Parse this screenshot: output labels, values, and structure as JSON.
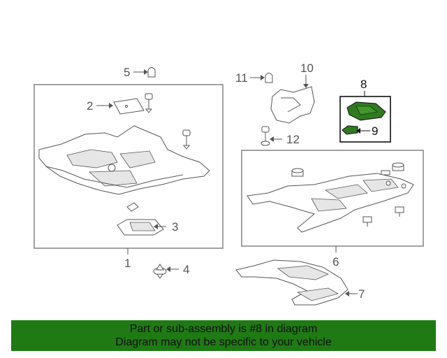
{
  "diagram": {
    "callouts": [
      {
        "id": "1",
        "label": "1"
      },
      {
        "id": "2",
        "label": "2"
      },
      {
        "id": "3",
        "label": "3"
      },
      {
        "id": "4",
        "label": "4"
      },
      {
        "id": "5",
        "label": "5"
      },
      {
        "id": "6",
        "label": "6"
      },
      {
        "id": "7",
        "label": "7"
      },
      {
        "id": "8",
        "label": "8"
      },
      {
        "id": "9",
        "label": "9"
      },
      {
        "id": "10",
        "label": "10"
      },
      {
        "id": "11",
        "label": "11"
      },
      {
        "id": "12",
        "label": "12"
      }
    ],
    "highlighted_part": "8",
    "highlight_color": "#2f7a1f"
  },
  "banner": {
    "line1": "Part or sub-assembly is #8 in diagram",
    "line2": "Diagram may not be specific to your vehicle",
    "background": "#1f7a14"
  }
}
